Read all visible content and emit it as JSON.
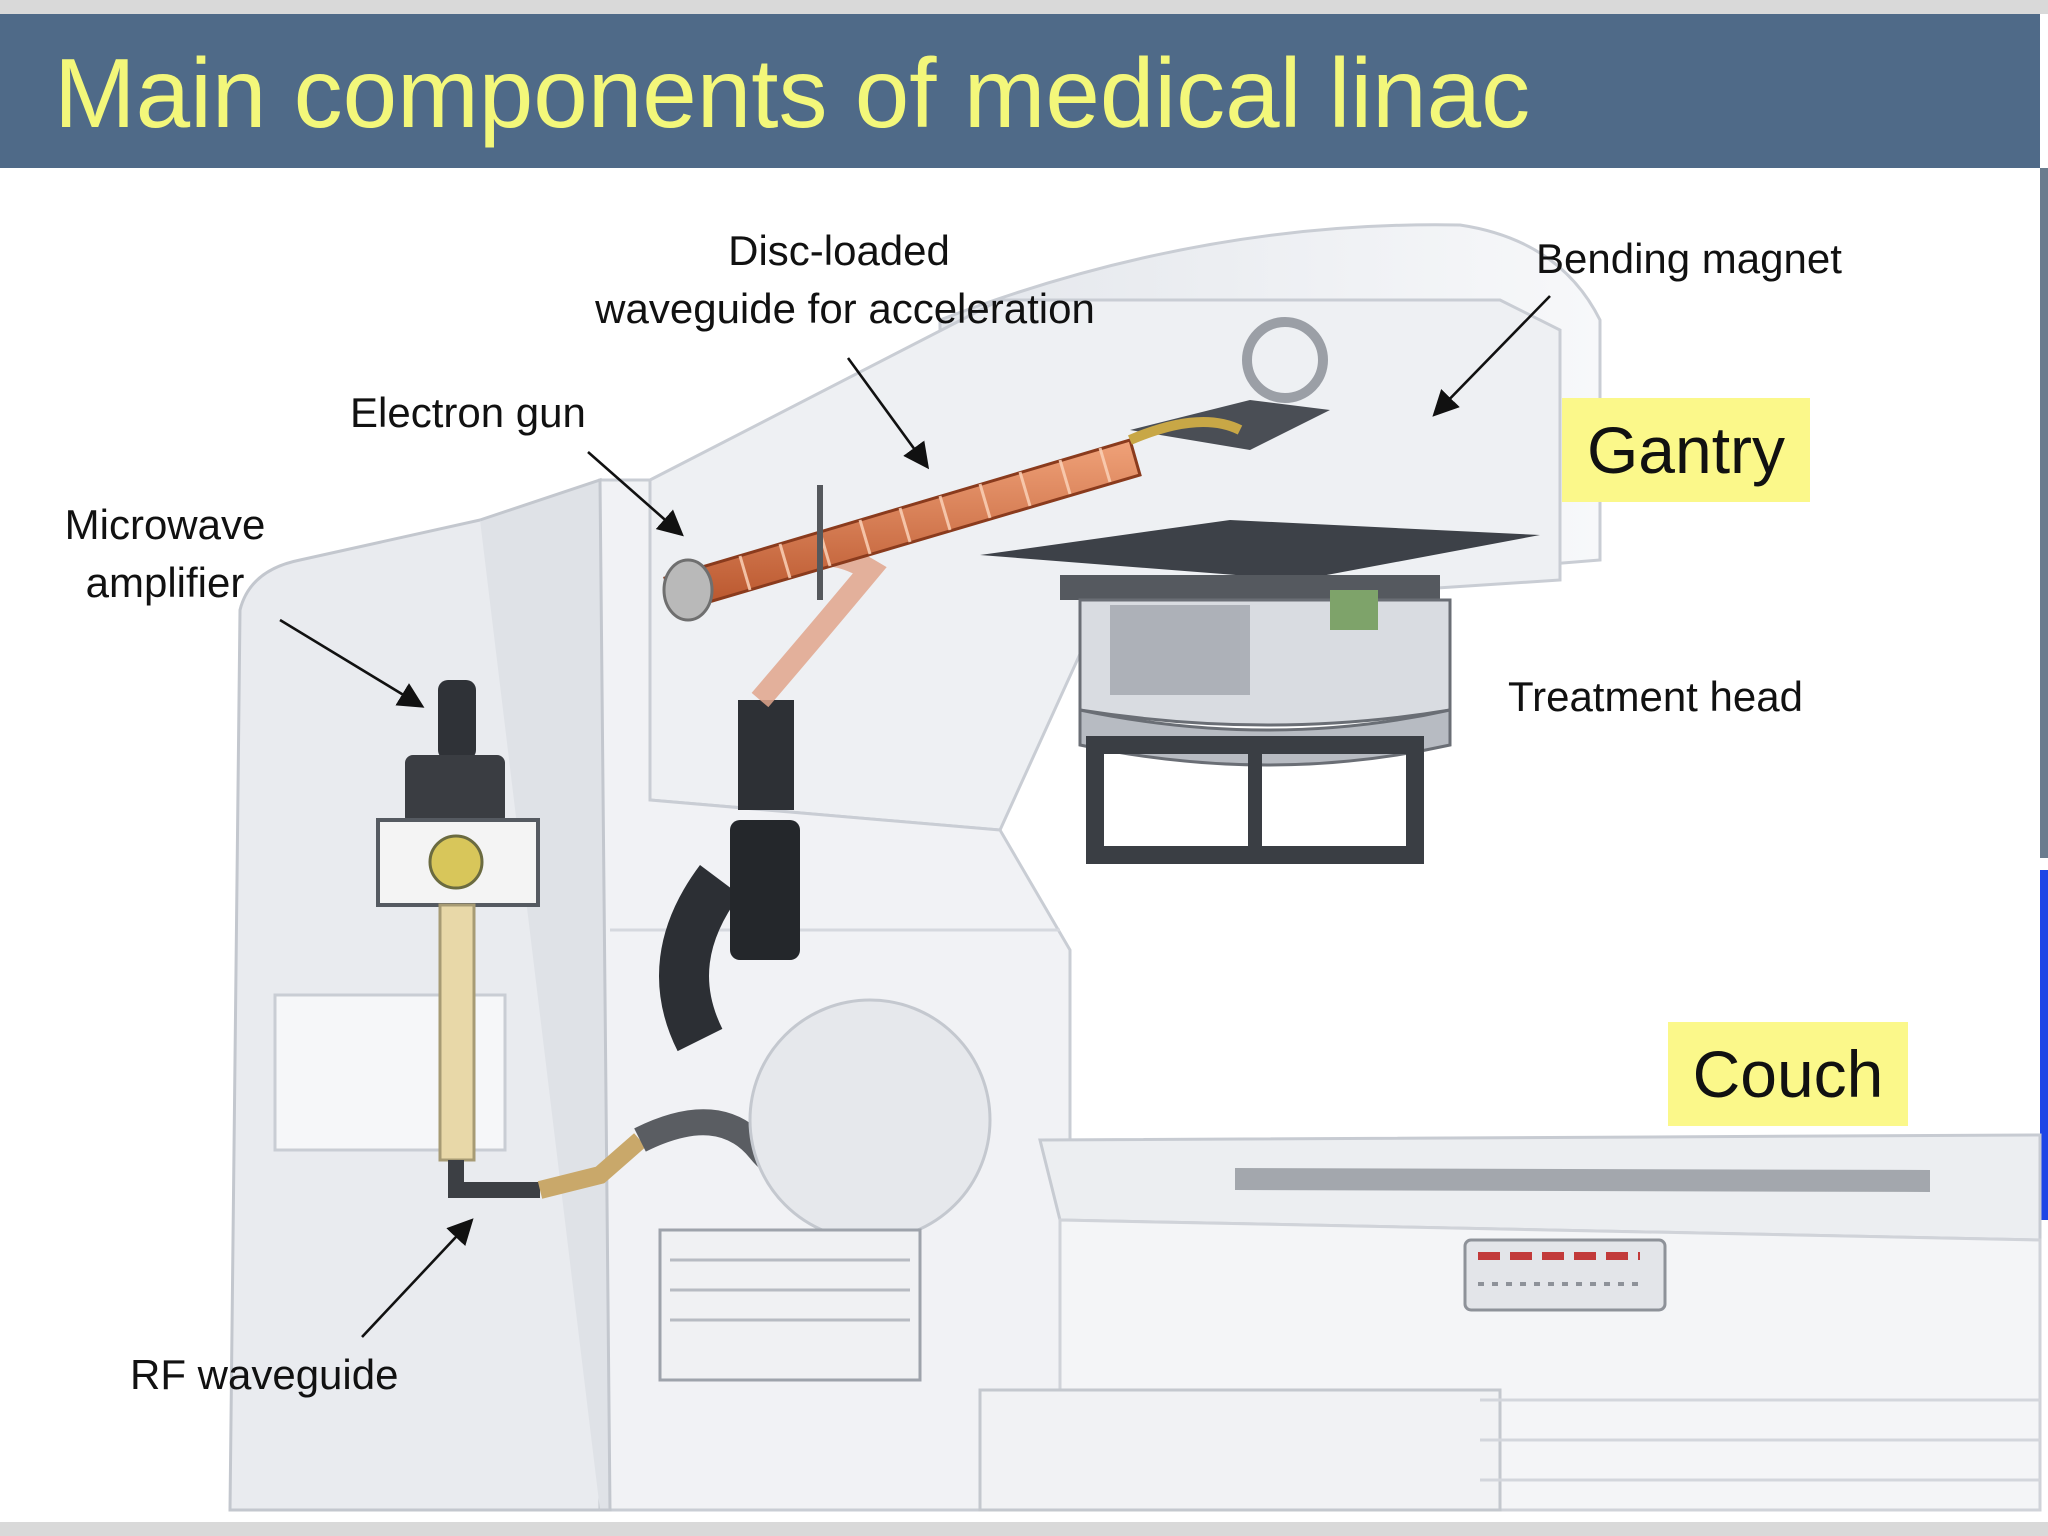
{
  "slide": {
    "title": "Main components of medical linac"
  },
  "labels": {
    "waveguide_line1": "Disc-loaded",
    "waveguide_line2": "waveguide for acceleration",
    "bending_magnet": "Bending magnet",
    "electron_gun": "Electron gun",
    "microwave_line1": "Microwave",
    "microwave_line2": "amplifier",
    "treatment_head": "Treatment head",
    "rf_waveguide": "RF waveguide",
    "gantry": "Gantry",
    "couch": "Couch"
  },
  "colors": {
    "title_bar": "#4f6a88",
    "title_text": "#f3f77a",
    "tag_background": "#fbf88a",
    "accelerator_tube": "#d9784a"
  }
}
